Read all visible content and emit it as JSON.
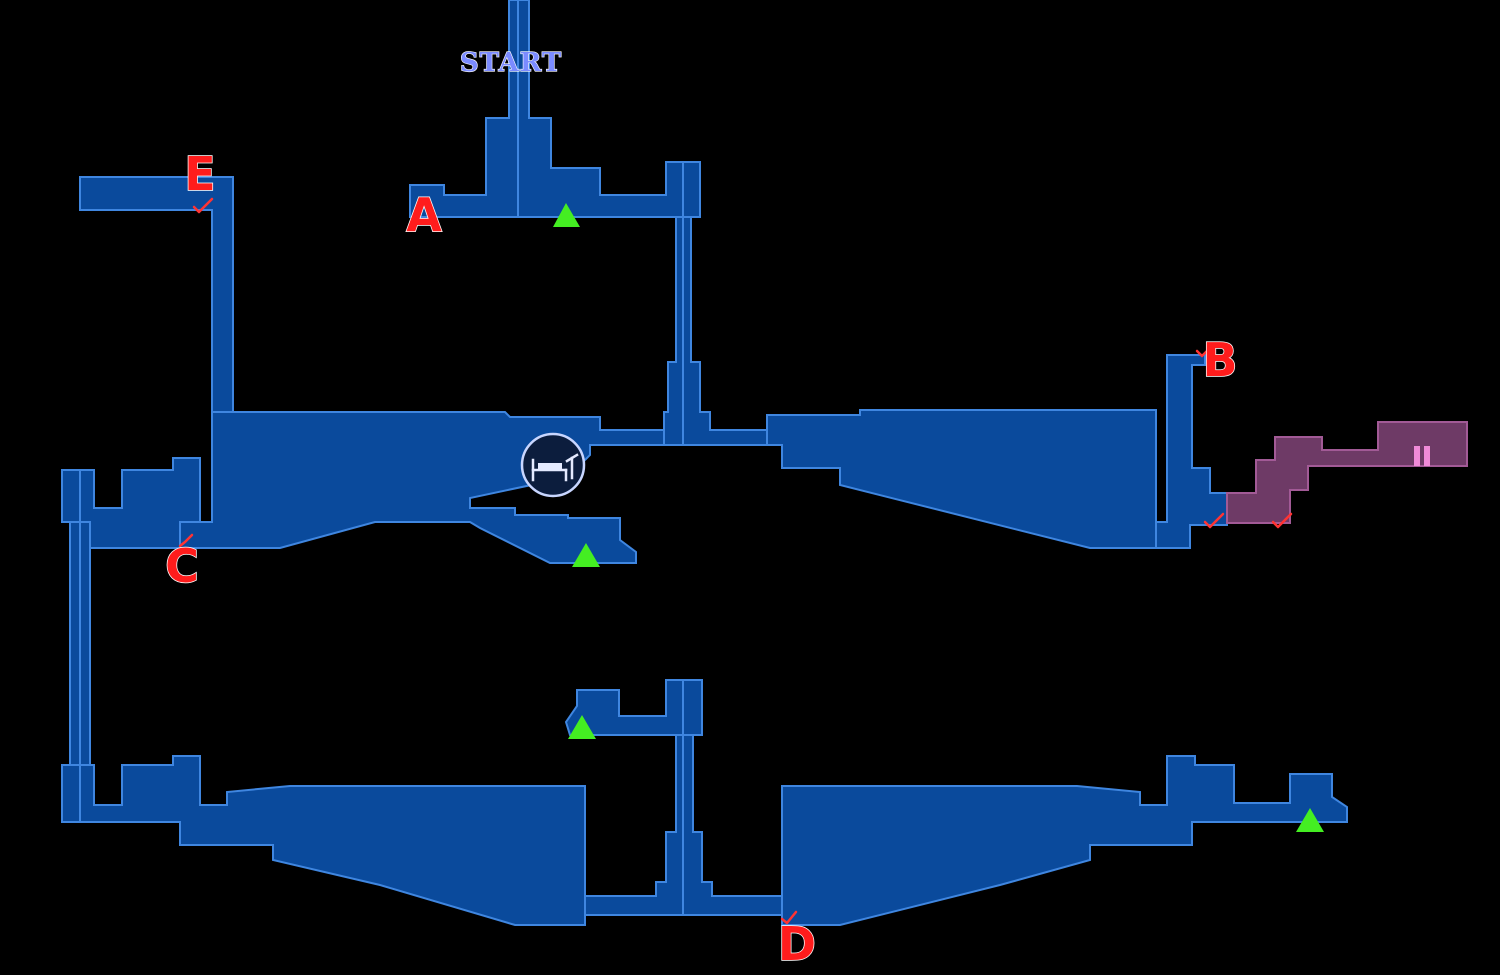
{
  "map": {
    "start_label": "START",
    "exit_labels": [
      "A",
      "B",
      "C",
      "D",
      "E"
    ],
    "icons": {
      "save_station": "bed-icon",
      "item_marker": "green-triangle-icon",
      "door_check": "check-icon",
      "special_door": "pink-door-icon"
    },
    "colors": {
      "background": "#000000",
      "room_fill": "#0a4a9c",
      "room_outline": "#3f86e0",
      "special_area_fill": "#6e3a66",
      "special_area_outline": "#a25a96",
      "special_door": "#f08ad8",
      "label_red": "#ff1c1c",
      "start_text": "#7b8bff",
      "triangle_green": "#44ee22",
      "check_red": "#ff3333"
    }
  }
}
